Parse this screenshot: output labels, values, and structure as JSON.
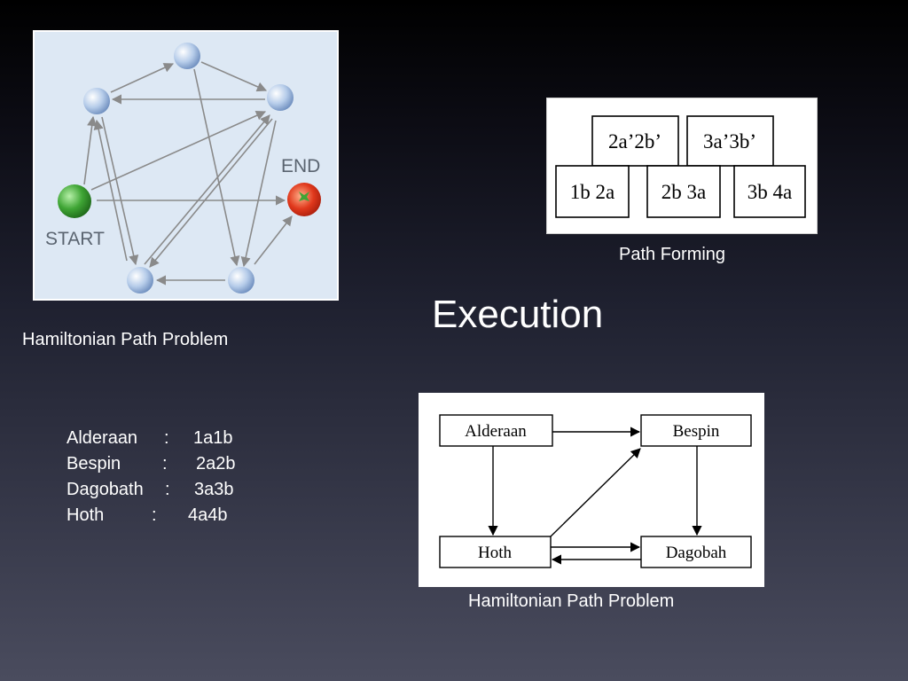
{
  "slide": {
    "title": "Execution",
    "graph_caption": "Hamiltonian Path Problem",
    "path_caption": "Path Forming",
    "planet_caption": "Hamiltonian Path Problem"
  },
  "graph": {
    "start_label": "START",
    "end_label": "END",
    "colors": {
      "start": "#3fa535",
      "end": "#e0381c",
      "node": "#a9c3e6",
      "edge": "#8a8a8a"
    }
  },
  "path_forming": {
    "top_row": [
      "2a’2b’",
      "3a’3b’"
    ],
    "bottom_row": [
      "1b 2a",
      "2b 3a",
      "3b 4a"
    ]
  },
  "planet_graph": {
    "nodes": {
      "alderaan": "Alderaan",
      "bespin": "Bespin",
      "hoth": "Hoth",
      "dagobah": "Dagobah"
    }
  },
  "mappings": [
    {
      "name": "Alderaan",
      "sep": ":",
      "code": "1a1b"
    },
    {
      "name": "Bespin",
      "sep": ":",
      "code": "2a2b"
    },
    {
      "name": "Dagobath",
      "sep": ":",
      "code": "3a3b"
    },
    {
      "name": "Hoth",
      "sep": ":",
      "code": "4a4b"
    }
  ]
}
